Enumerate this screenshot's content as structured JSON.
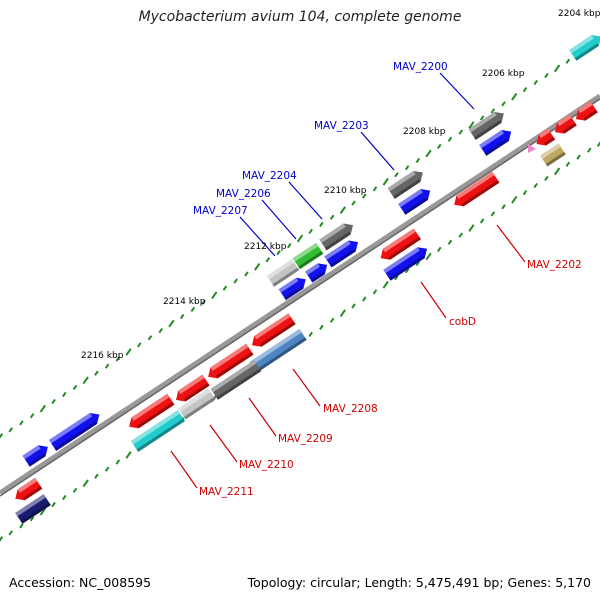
{
  "title": "Mycobacterium avium 104, complete genome",
  "footer": {
    "accession": "Accession: NC_008595",
    "summary": "Topology: circular; Length: 5,475,491 bp; Genes: 5,170"
  },
  "kbp_ticks": [
    "2204 kbp",
    "2206 kbp",
    "2208 kbp",
    "2210 kbp",
    "2212 kbp",
    "2214 kbp",
    "2216 kbp"
  ],
  "colors": {
    "red": "#ee1111",
    "blue": "#1111ee",
    "gray": "#666666",
    "lightgray": "#c4c4c4",
    "green": "#33bb33",
    "cyan": "#22cccc",
    "steelblue": "#4d84c2",
    "olive": "#bca966",
    "pink": "#ee88cc",
    "navy": "#1a1a70",
    "backbone": "#888888",
    "tick": "#228b22",
    "label_forward": "#0000cc",
    "label_reverse": "#cc0000"
  },
  "gene_labels": [
    {
      "text": "MAV_2200",
      "strand": "forward"
    },
    {
      "text": "MAV_2203",
      "strand": "forward"
    },
    {
      "text": "MAV_2204",
      "strand": "forward"
    },
    {
      "text": "MAV_2206",
      "strand": "forward"
    },
    {
      "text": "MAV_2207",
      "strand": "forward"
    },
    {
      "text": "MAV_2202",
      "strand": "reverse"
    },
    {
      "text": "cobD",
      "strand": "reverse"
    },
    {
      "text": "MAV_2208",
      "strand": "reverse"
    },
    {
      "text": "MAV_2209",
      "strand": "reverse"
    },
    {
      "text": "MAV_2210",
      "strand": "reverse"
    },
    {
      "text": "MAV_2211",
      "strand": "reverse"
    }
  ]
}
